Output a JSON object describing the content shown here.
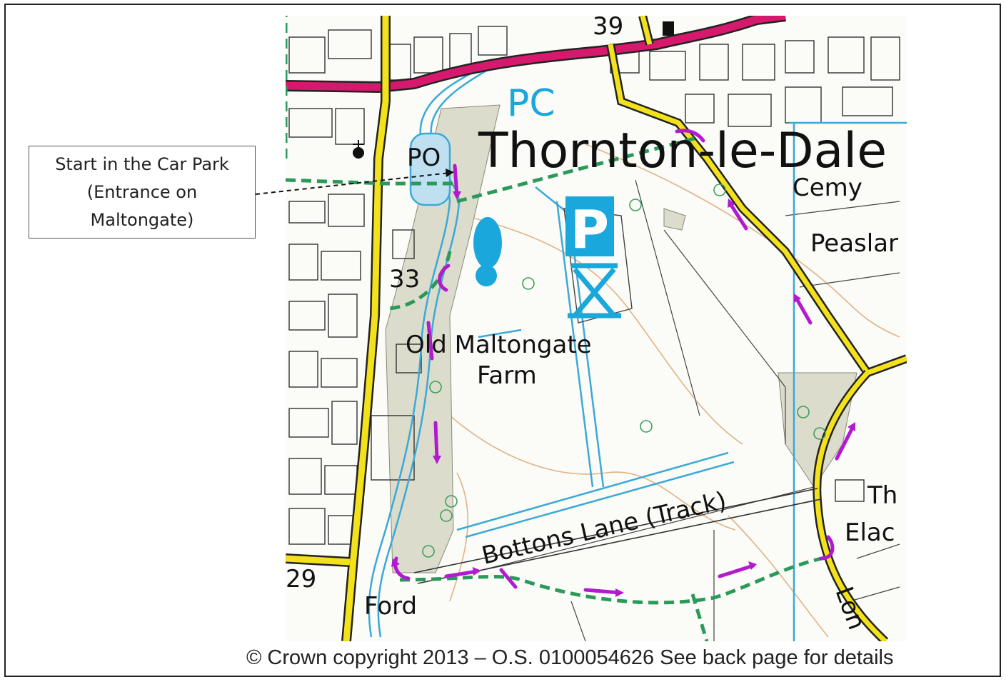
{
  "callout": {
    "line1": "Start in the Car Park",
    "line2": "(Entrance on",
    "line3": "Maltongate)"
  },
  "map_labels": {
    "town": "Thornton-le-Dale",
    "farm_line1": "Old Maltongate",
    "farm_line2": "Farm",
    "lane": "Bottons Lane (Track)",
    "cemetery": "Cemy",
    "peaslands": "Peaslar",
    "thorn": "Th",
    "elac": "Elac",
    "ford": "Ford",
    "lon": "Lon",
    "post_office": "PO",
    "public_convenience": "PC",
    "spot_height_39": "39",
    "spot_height_33": "33",
    "spot_height_29": "29"
  },
  "map_symbols": [
    "parking-icon",
    "footprint-icon",
    "picnic-site-icon",
    "church-icon",
    "trees-icon"
  ],
  "colors": {
    "a_road": "#d7196e",
    "minor_road": "#f3e11b",
    "water": "#3aa9d8",
    "footpath": "#2a9a5a",
    "route_arrows": "#b21ad0",
    "contour": "#d79b62",
    "woodland": "#dcdccc",
    "symbol_blue": "#1aa7dc"
  },
  "copyright": "© Crown copyright 2013 – O.S. 0100054626 See back page for details"
}
